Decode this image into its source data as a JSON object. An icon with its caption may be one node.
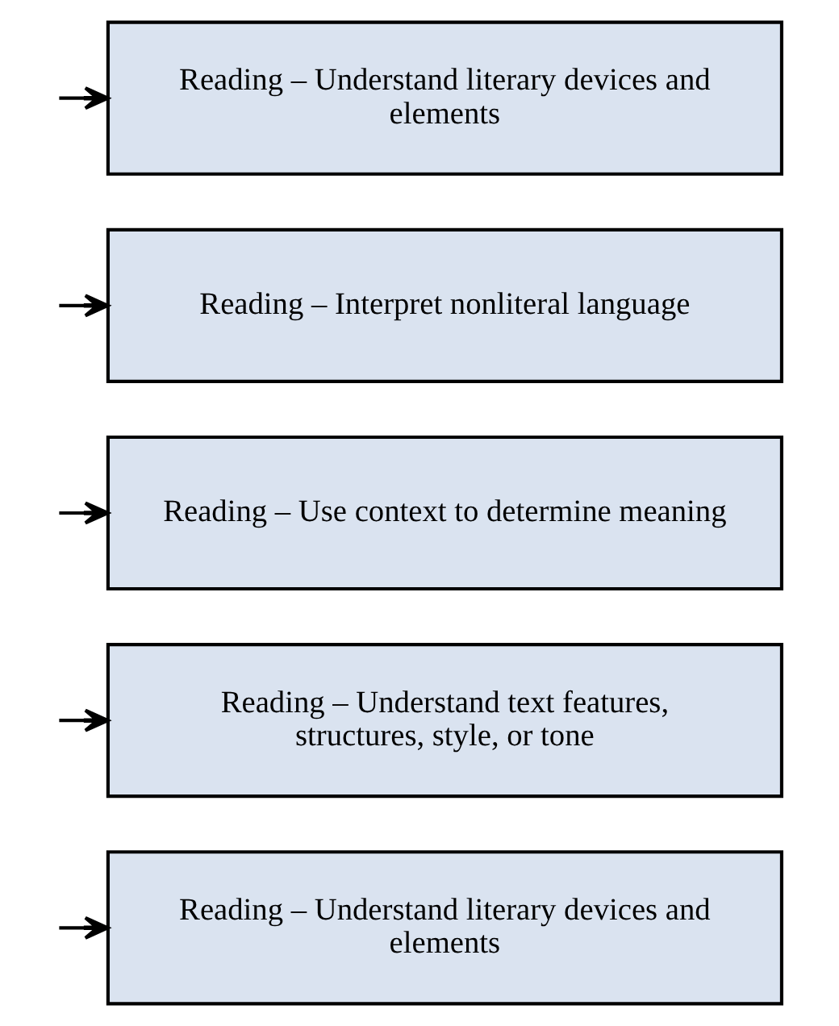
{
  "diagram": {
    "nodes": [
      {
        "text": [
          "Reading – Understand literary devices and elements"
        ]
      },
      {
        "text": [
          "Reading – Interpret nonliteral language"
        ]
      },
      {
        "text": [
          "Reading – Use context to determine meaning"
        ]
      },
      {
        "text": [
          "Reading – Understand text features, structures, style, or tone"
        ]
      },
      {
        "text": [
          "Reading – Understand literary devices and elements"
        ]
      }
    ],
    "edges": [
      {
        "from": null,
        "to": 0,
        "arrow": "to"
      },
      {
        "from": null,
        "to": 1,
        "arrow": "to"
      },
      {
        "from": null,
        "to": 2,
        "arrow": "to"
      },
      {
        "from": null,
        "to": 3,
        "arrow": "to"
      },
      {
        "from": null,
        "to": 4,
        "arrow": "to"
      }
    ]
  }
}
